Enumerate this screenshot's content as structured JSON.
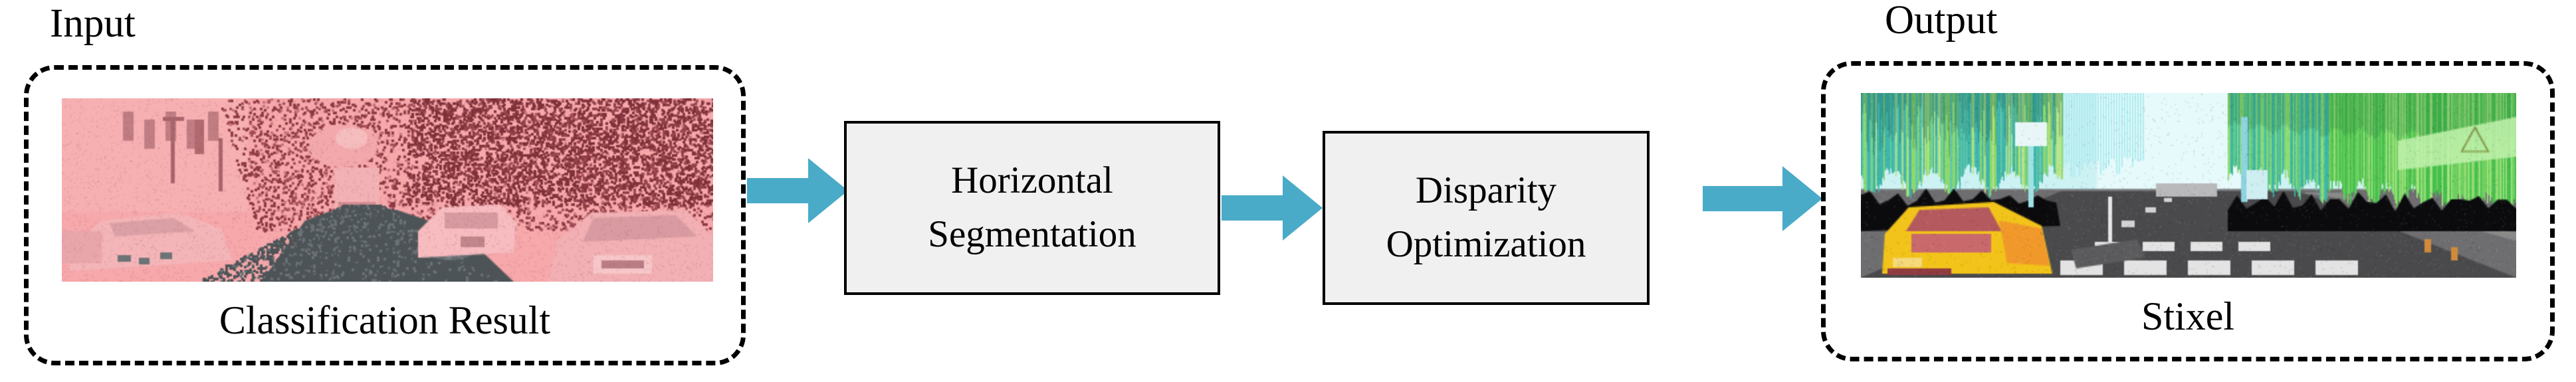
{
  "figure": {
    "title": "Stixel computation pipeline",
    "background_color": "#ffffff",
    "accent_color": "#4aabc8",
    "box_fill_color": "#f0f0f0",
    "box_border_color": "#000000",
    "dashed_border_color": "#000000"
  },
  "input_group": {
    "label": "Input",
    "caption": "Classification Result",
    "image": {
      "name": "classification-result-image",
      "description": "Urban street scene tinted pink and dark red with a dark gray classified road region in the center, parked cars on both sides and trees overhead",
      "palette": {
        "sky_building": "#f6a8ab",
        "foliage_dark": "#8e3a41",
        "foliage_mid": "#a8505a",
        "road": "#4d5457",
        "road_light": "#6b7275",
        "car_light": "#f3b7ba"
      }
    }
  },
  "stage_1": {
    "line1": "Horizontal",
    "line2": "Segmentation"
  },
  "stage_2": {
    "line1": "Disparity",
    "line2": "Optimization"
  },
  "output_group": {
    "label": "Output",
    "caption": "Stixel",
    "image": {
      "name": "stixel-result-image",
      "description": "Urban street scene with vertical green and cyan stixel bars over trees and buildings, a yellow car at lower left, road with crosswalk markings",
      "palette": {
        "sky": "#cdf2f4",
        "stixel_cyan": "#4fc6c0",
        "stixel_green": "#55c05a",
        "stixel_green_light": "#8ada6e",
        "road": "#4a4a4c",
        "road_dark": "#0b0b0d",
        "car_yellow": "#f2c319",
        "car_orange": "#f0982a",
        "lane_marking": "#e3e3e3"
      }
    }
  },
  "arrows": [
    {
      "name": "arrow-input-to-segmentation"
    },
    {
      "name": "arrow-segmentation-to-optimization"
    },
    {
      "name": "arrow-optimization-to-output"
    }
  ]
}
